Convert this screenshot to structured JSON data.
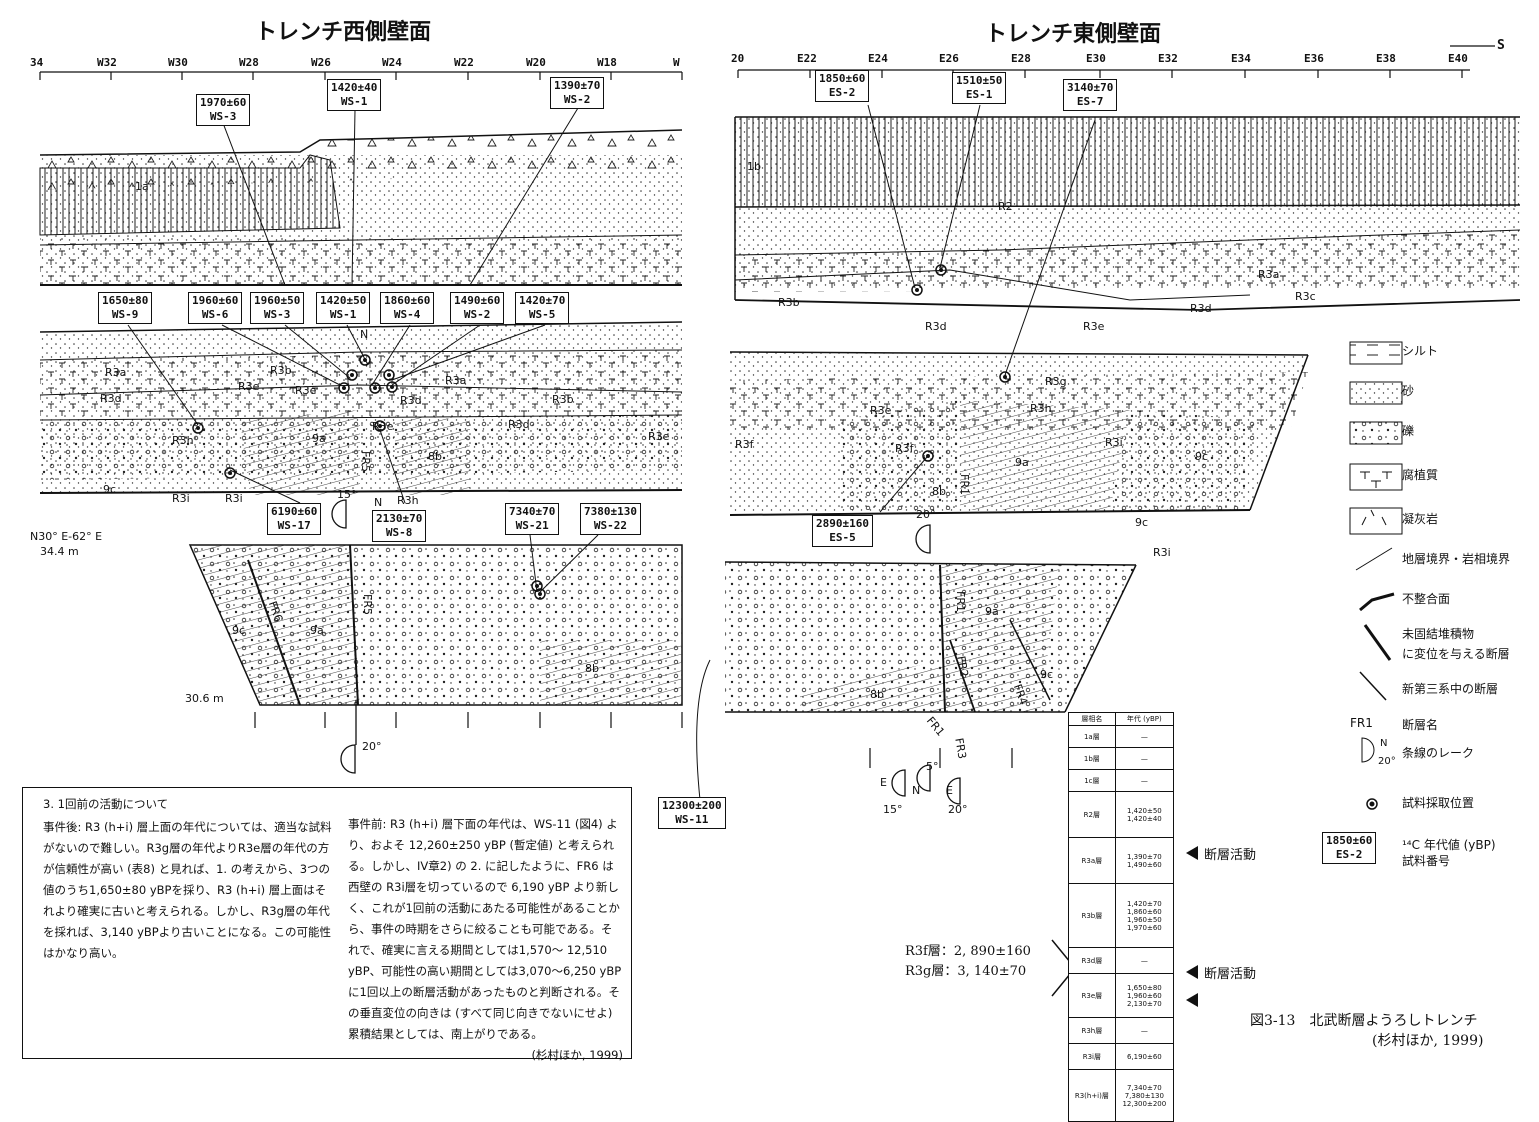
{
  "titles": {
    "west": "トレンチ西側壁面",
    "east": "トレンチ東側壁面"
  },
  "west_ticks": [
    "34",
    "W32",
    "W30",
    "W28",
    "W26",
    "W24",
    "W22",
    "W20",
    "W18",
    "W"
  ],
  "east_ticks": [
    "20",
    "E22",
    "E24",
    "E26",
    "E28",
    "E30",
    "E32",
    "E34",
    "E36",
    "E38",
    "E40"
  ],
  "north_arrow": "S",
  "west_samples_top": [
    {
      "age": "1970±60",
      "id": "WS-3"
    },
    {
      "age": "1420±40",
      "id": "WS-1"
    },
    {
      "age": "1390±70",
      "id": "WS-2"
    }
  ],
  "west_samples_mid": [
    {
      "age": "1650±80",
      "id": "WS-9"
    },
    {
      "age": "1960±60",
      "id": "WS-6"
    },
    {
      "age": "1960±50",
      "id": "WS-3"
    },
    {
      "age": "1420±50",
      "id": "WS-1"
    },
    {
      "age": "1860±60",
      "id": "WS-4"
    },
    {
      "age": "1490±60",
      "id": "WS-2"
    },
    {
      "age": "1420±70",
      "id": "WS-5"
    }
  ],
  "west_samples_low": [
    {
      "age": "6190±60",
      "id": "WS-17"
    },
    {
      "age": "2130±70",
      "id": "WS-8"
    },
    {
      "age": "7340±70",
      "id": "WS-21"
    },
    {
      "age": "7380±130",
      "id": "WS-22"
    }
  ],
  "ws11": {
    "age": "12300±200",
    "id": "WS-11"
  },
  "east_samples_top": [
    {
      "age": "1850±60",
      "id": "ES-2"
    },
    {
      "age": "1510±50",
      "id": "ES-1"
    },
    {
      "age": "3140±70",
      "id": "ES-7"
    }
  ],
  "es5": {
    "age": "2890±160",
    "id": "ES-5"
  },
  "west_layers": [
    "1a",
    "R3a",
    "R3b",
    "R3d",
    "R3e",
    "R3e",
    "R3d",
    "R3a",
    "R3b",
    "R3h",
    "9a",
    "R3e",
    "8b",
    "R3d",
    "R3e",
    "9c",
    "R3i",
    "R3i",
    "R3h",
    "9c",
    "9a",
    "8b",
    "FR6",
    "FR5",
    "FR5"
  ],
  "east_layers": [
    "1b",
    "R2",
    "R3a",
    "R3b",
    "R3c",
    "R3d",
    "R3d",
    "R3e",
    "R3g",
    "R3e",
    "R3h",
    "R3f",
    "R3f",
    "R3i",
    "9a",
    "9c",
    "8b",
    "9c",
    "R3i",
    "9a",
    "9c",
    "8b",
    "FR1",
    "FR1",
    "FR2",
    "FR4",
    "FR1",
    "FR3"
  ],
  "west_elev": [
    "N30° E-62° E",
    "34.4 m",
    "30.6 m"
  ],
  "angles": [
    "15°",
    "20°",
    "20°",
    "5°",
    "15°",
    "20°"
  ],
  "directions": [
    "N",
    "N",
    "E",
    "N",
    "E"
  ],
  "legend": [
    {
      "label": "シルト"
    },
    {
      "label": "砂"
    },
    {
      "label": "礫"
    },
    {
      "label": "腐植質"
    },
    {
      "label": "凝灰岩"
    },
    {
      "label": "地層境界・岩相境界"
    },
    {
      "label": "不整合面"
    },
    {
      "label": "未固結堆積物\nに変位を与える断層"
    },
    {
      "label": "新第三系中の断層"
    },
    {
      "label": "断層名"
    },
    {
      "label": "条線のレーク"
    },
    {
      "label": "試料採取位置"
    },
    {
      "label": "¹⁴C 年代値 (yBP)"
    },
    {
      "label": "試料番号"
    }
  ],
  "legend_extra": {
    "fault_name": "FR1",
    "rake_n": "N",
    "rake_angle": "20°",
    "sample_age": "1850±60",
    "sample_id": "ES-2"
  },
  "text_box": {
    "heading": "3.  1回前の活動について",
    "col1": "事件後: R3 (h+i) 層上面の年代については、適当な試料がないので難しい。R3g層の年代よりR3e層の年代の方が信頼性が高い (表8) と見れば、1. の考えから、3つの値のうち1,650±80 yBPを採り、R3 (h+i) 層上面はそれより確実に古いと考えられる。しかし、R3g層の年代を採れば、3,140 yBPより古いことになる。この可能性はかなり高い。",
    "col2": "事件前: R3 (h+i) 層下面の年代は、WS-11 (図4) より、およそ 12,260±250 yBP (暫定値) と考えられる。しかし、IV章2) の 2. に記したように、FR6 は西壁の R3i層を切っているので 6,190 yBP より新しく、これが1回前の活動にあたる可能性があることから、事件の時期をさらに絞ることも可能である。それで、確実に言える期間としては1,570〜 12,510 yBP、可能性の高い期間としては3,070〜6,250 yBP に1回以上の断層活動があったものと判断される。その垂直変位の向きは (すべて同じ向きでないにせよ) 累積結果としては、南上がりである。",
    "citation": "(杉村ほか, 1999)"
  },
  "age_table": {
    "headers": [
      "層相名",
      "年代 (yBP)"
    ],
    "rows": [
      [
        "1a層",
        "—"
      ],
      [
        "1b層",
        "—"
      ],
      [
        "1c層",
        "—"
      ],
      [
        "R2層",
        "1,420±50\n1,420±40"
      ],
      [
        "R3a層",
        "1,390±70\n1,490±60"
      ],
      [
        "R3b層",
        "1,420±70\n1,860±60\n1,960±50\n1,970±60"
      ],
      [
        "R3d層",
        "—"
      ],
      [
        "R3e層",
        "1,650±80\n1,960±60\n2,130±70"
      ],
      [
        "R3h層",
        "—"
      ],
      [
        "R3i層",
        "6,190±60"
      ],
      [
        "R3(h+i)層",
        "7,340±70\n7,380±130\n12,300±200"
      ]
    ]
  },
  "fault_activity": [
    "断層活動",
    "断層活動"
  ],
  "r3_note": [
    "R3f層：2, 890±160",
    "R3g層：3, 140±70"
  ],
  "caption": [
    "図3-13　北武断層ようろしトレンチ",
    "(杉村ほか, 1999)"
  ]
}
